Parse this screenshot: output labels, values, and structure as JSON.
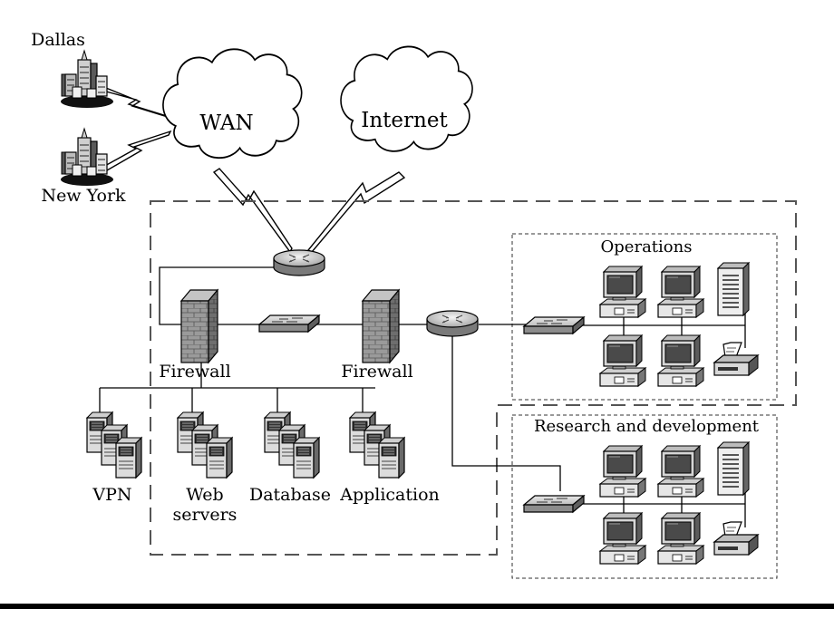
{
  "diagram": {
    "sites": {
      "dallas": "Dallas",
      "new_york": "New York"
    },
    "clouds": {
      "wan": "WAN",
      "internet": "Internet"
    },
    "firewalls": {
      "left": "Firewall",
      "right": "Firewall"
    },
    "servers": {
      "vpn": "VPN",
      "web_line1": "Web",
      "web_line2": "servers",
      "database": "Database",
      "application": "Application"
    },
    "zones": {
      "operations": "Operations",
      "research": "Research and development"
    }
  }
}
